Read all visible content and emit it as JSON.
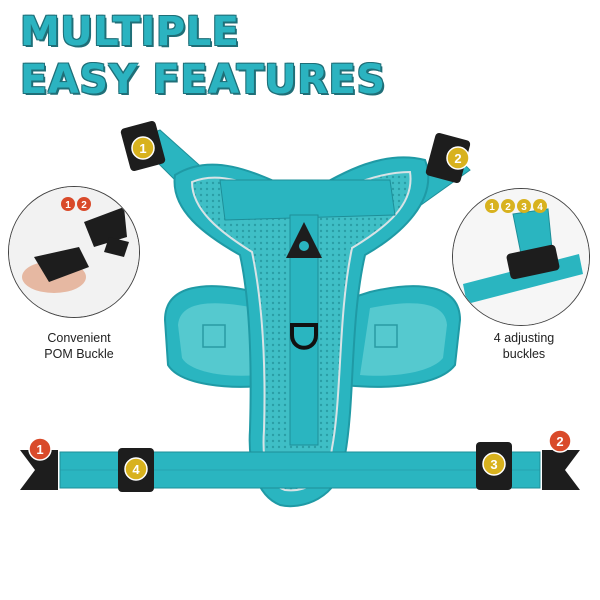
{
  "headline": {
    "line1": "MULTIPLE",
    "line2": "EASY FEATURES"
  },
  "callouts": {
    "left": {
      "badges": [
        "1",
        "2"
      ],
      "caption_line1": "Convenient",
      "caption_line2": "POM Buckle"
    },
    "right": {
      "badges": [
        "1",
        "2",
        "3",
        "4"
      ],
      "caption_line1": "4 adjusting",
      "caption_line2": "buckles"
    }
  },
  "product_markers": {
    "top_left_slider": "1",
    "top_right_slider": "2",
    "strap_right_slider": "3",
    "strap_left_slider": "4",
    "left_clip": "1",
    "right_clip": "2"
  },
  "colors": {
    "harness_teal": "#2ab5c0",
    "mesh_teal": "#4ec6cc",
    "headline_teal": "#2bb3c0",
    "marker_yellow": "#d8b21e",
    "marker_red": "#d94a2a",
    "buckle_black": "#1d1d1d"
  },
  "icons": [
    "dog-logo-tag-icon",
    "d-ring-icon",
    "buckle-clip-icon",
    "slider-buckle-icon"
  ]
}
